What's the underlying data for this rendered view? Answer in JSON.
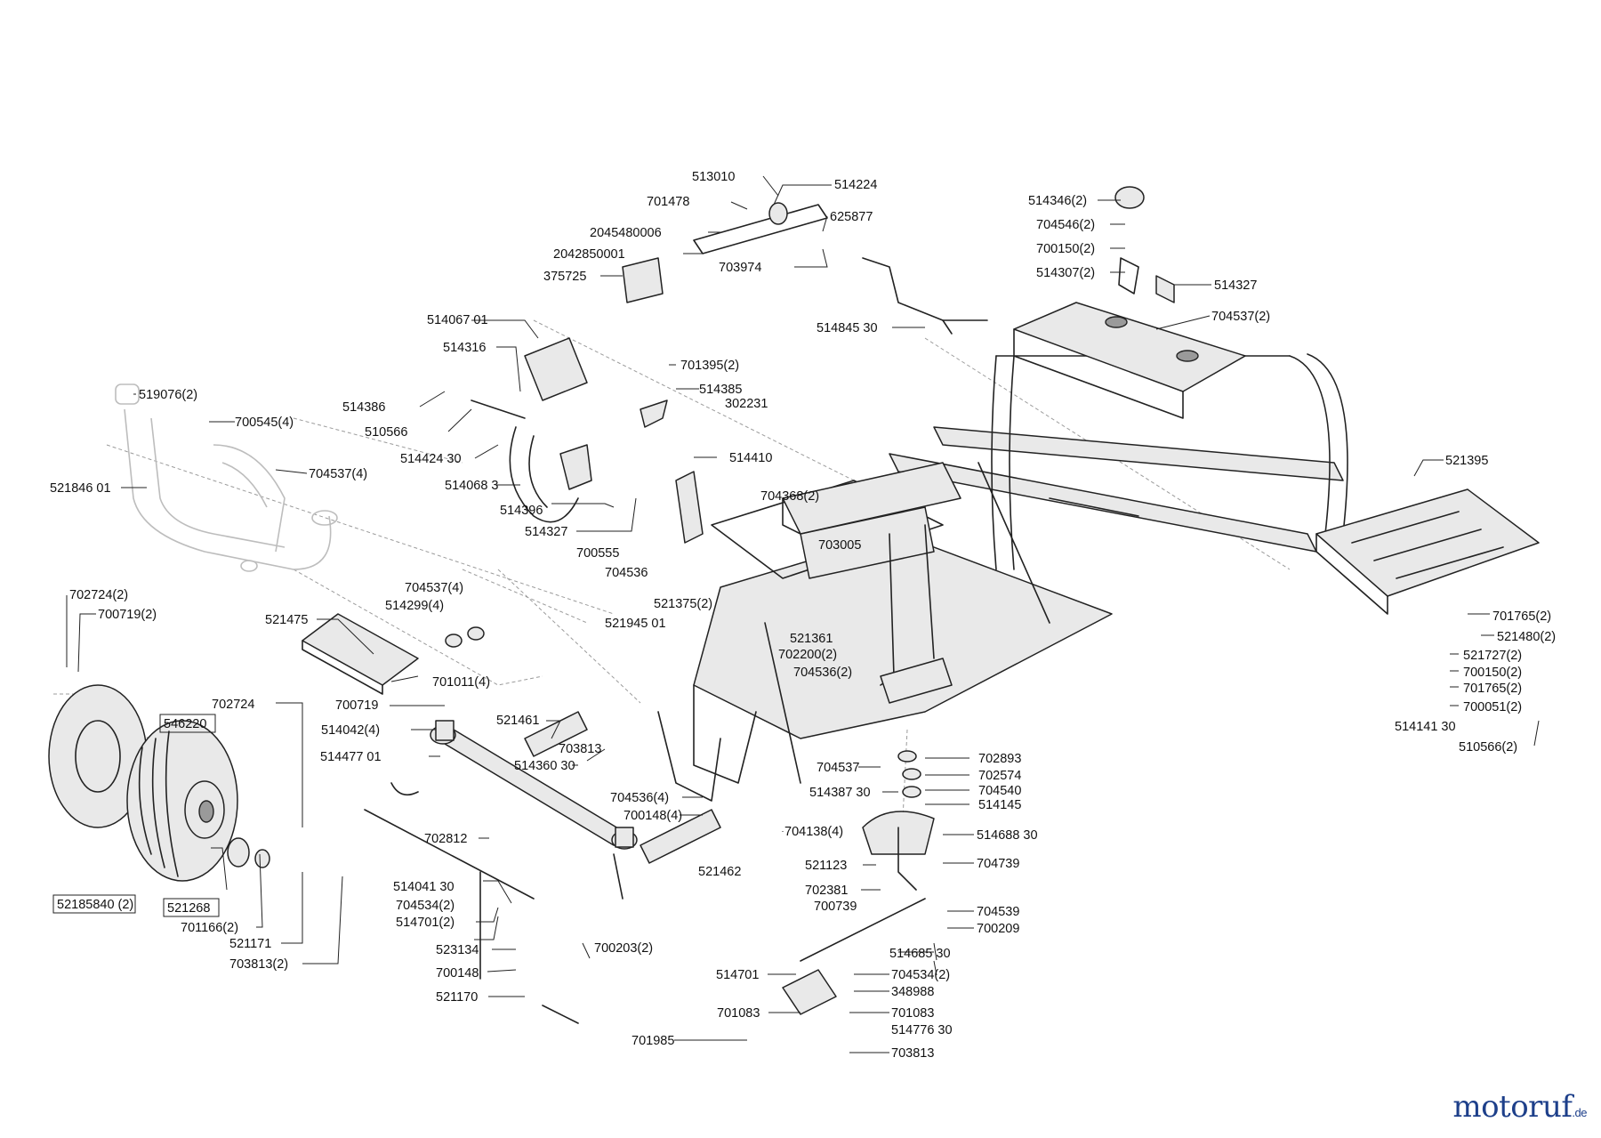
{
  "brand": {
    "name": "motoruf",
    "tld": ".de"
  },
  "part_labels": [
    "513010",
    "514224",
    "701478",
    "625877",
    "2045480006",
    "2042850001",
    "703974",
    "375725",
    "514346(2)",
    "704546(2)",
    "700150(2)",
    "514307(2)",
    "514327",
    "704537(2)",
    "514845 30",
    "514067 01",
    "514316",
    "701395(2)",
    "514385",
    "514386",
    "302231",
    "510566",
    "514424 30",
    "514410",
    "514068 3",
    "514396",
    "514327",
    "519076(2)",
    "700545(4)",
    "704537(4)",
    "521846 01",
    "521395",
    "704368(2)",
    "700555",
    "704536",
    "703005",
    "521375(2)",
    "521945 01",
    "521361",
    "702200(2)",
    "704536(2)",
    "701765(2)",
    "521480(2)",
    "521727(2)",
    "700150(2)",
    "701765(2)",
    "700051(2)",
    "514141 30",
    "510566(2)",
    "702724(2)",
    "700719(2)",
    "704537(4)",
    "514299(4)",
    "521475",
    "701011(4)",
    "702724",
    "546220",
    "700719",
    "514042(4)",
    "514477 01",
    "521461",
    "703813",
    "514360 30",
    "704537",
    "514387 30",
    "702893",
    "702574",
    "704540",
    "514145",
    "704536(4)",
    "700148(4)",
    "704138(4)",
    "514688 30",
    "702812",
    "521462",
    "704739",
    "521123",
    "702381",
    "700739",
    "514041 30",
    "704534(2)",
    "514701(2)",
    "704539",
    "700209",
    "523134",
    "700203(2)",
    "514685 30",
    "700148",
    "514701",
    "704534(2)",
    "348988",
    "521170",
    "701083",
    "701083",
    "514776 30",
    "701985",
    "703813",
    "52185840 (2)",
    "521268",
    "701166(2)",
    "521171",
    "703813(2)"
  ]
}
